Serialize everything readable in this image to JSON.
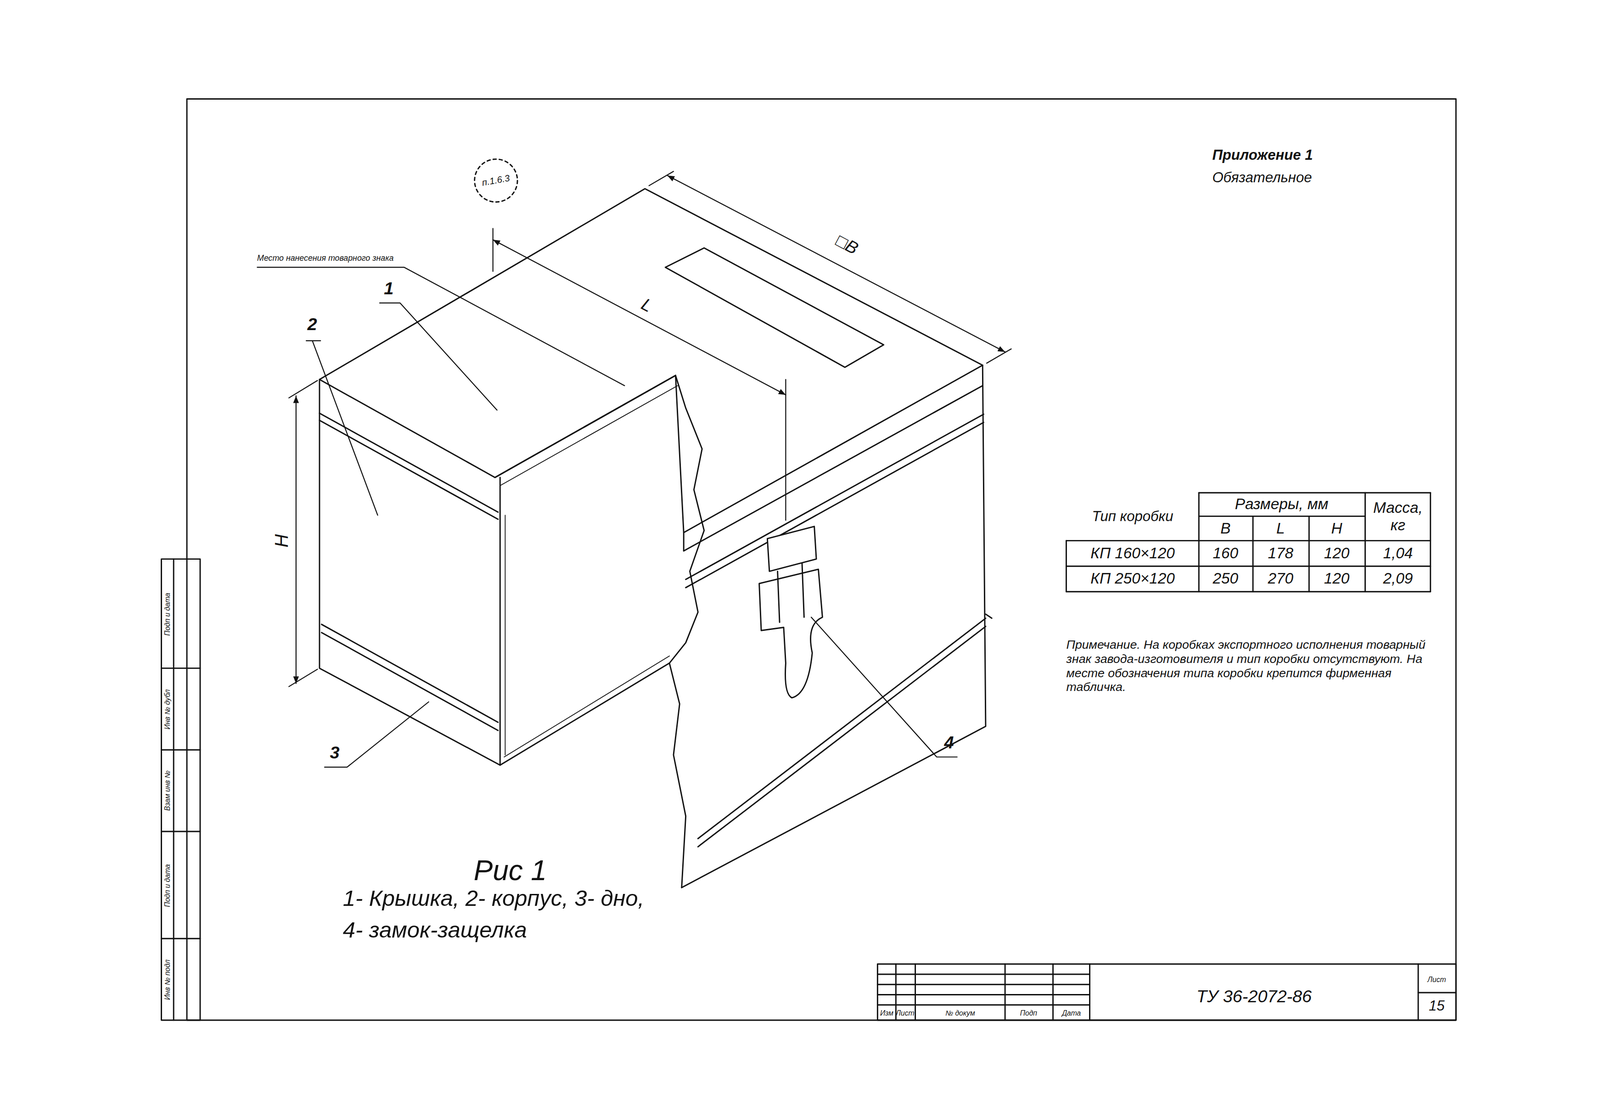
{
  "diagram": {
    "caption": "Рис 1",
    "labels": [
      "п.1.6.3",
      "Место нанесения товарного знака",
      "□B",
      "L",
      "H",
      "1",
      "2",
      "3",
      "4",
      "Приложение 1",
      "Обязательное",
      "Тип коробки",
      "Размеры, мм",
      "Масса, кг",
      "B",
      "L",
      "H",
      "КП 160×120",
      "160",
      "178",
      "120",
      "1,04",
      "КП 250×120",
      "250",
      "270",
      "120",
      "2,09",
      "Примечание. На коробках экспортного исполнения товарный знак завода-изготовителя и тип коробки отсутствуют. На месте обозначения типа коробки крепится фирменная табличка.",
      "1- Крышка, 2- корпус, 3- дно,",
      "4- замок-защелка",
      "Изм",
      "Лист",
      "№ докум",
      "Подп",
      "Дата",
      "ТУ 36-2072-86",
      "Лист",
      "15",
      "Инв № подл",
      "Подп и дата",
      "Взам инв №",
      "Инв № дубл",
      "Подп и дата"
    ]
  }
}
